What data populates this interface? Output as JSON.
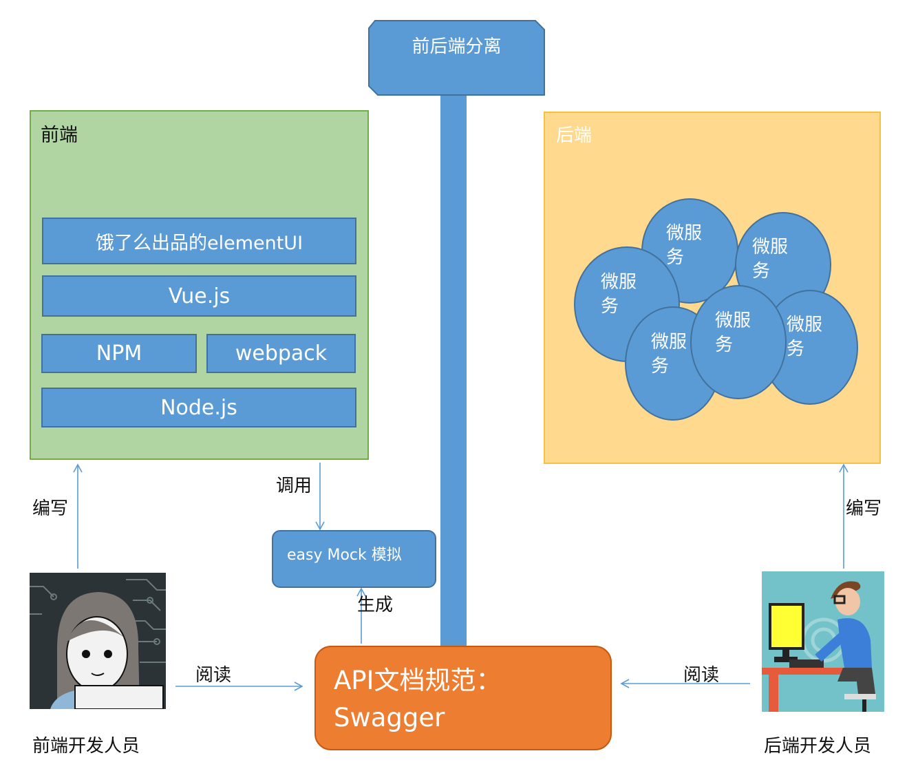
{
  "banner": {
    "label": "前后端分离"
  },
  "frontend": {
    "title": "前端",
    "stack": [
      "饿了么出品的elementUI",
      "Vue.js",
      "NPM",
      "webpack",
      "Node.js"
    ]
  },
  "backend": {
    "title": "后端",
    "services": [
      {
        "line1": "微服",
        "line2": "务"
      },
      {
        "line1": "微服",
        "line2": "务"
      },
      {
        "line1": "微服",
        "line2": "务"
      },
      {
        "line1": "微服",
        "line2": "务"
      },
      {
        "line1": "微服",
        "line2": "务"
      },
      {
        "line1": "微服",
        "line2": "务"
      }
    ]
  },
  "mock": {
    "label": "easy Mock 模拟"
  },
  "swagger": {
    "line1": "API文档规范：",
    "line2": "Swagger"
  },
  "edges": {
    "frontend_write": "编写",
    "backend_write": "编写",
    "invoke": "调用",
    "generate": "生成",
    "frontend_read": "阅读",
    "backend_read": "阅读"
  },
  "actors": {
    "frontend_developer": "前端开发人员",
    "backend_developer": "后端开发人员"
  },
  "colors": {
    "box_blue": "#5b9bd5",
    "frontend_green": "#b0d4a2",
    "backend_yellow": "#fed98e",
    "swagger_orange": "#ed7d31",
    "arrow_blue": "#5b9bd5"
  }
}
